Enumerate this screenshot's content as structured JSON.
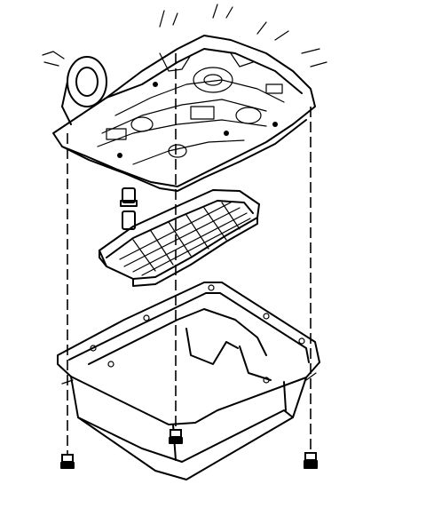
{
  "figure": {
    "kind": "exploded-view line drawing",
    "parts": [
      {
        "id": "valve-body",
        "icon": "transmission-valve-body"
      },
      {
        "id": "filter",
        "icon": "oil-filter-screen"
      },
      {
        "id": "filter-seal",
        "icon": "seal-ring"
      },
      {
        "id": "oil-pan",
        "icon": "oil-pan"
      },
      {
        "id": "pan-bolts",
        "icon": "bolt",
        "count": 3
      }
    ],
    "colors": {
      "ink": "#000000",
      "paper": "#ffffff"
    }
  }
}
